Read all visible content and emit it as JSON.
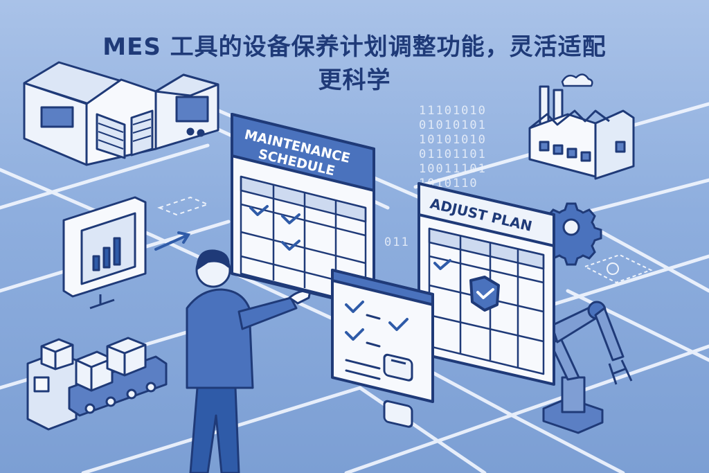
{
  "title": {
    "line1": "MES 工具的设备保养计划调整功能，灵活适配",
    "line2": "更科学"
  },
  "maintenance_card": {
    "line1": "MAINTENANCE",
    "line2": "SCHEDULE"
  },
  "adjust_card": {
    "label": "ADJUST PLAN"
  },
  "binary": {
    "rows": [
      "11101010",
      "01010101",
      "10101010",
      "01101101",
      "10011101",
      "1010110"
    ],
    "small": "011"
  },
  "colors": {
    "ink": "#1f3a78",
    "primary": "#2f5ba8",
    "accent": "#4a72bd",
    "panel": "#eef3fb",
    "header": "#cddaf0"
  }
}
